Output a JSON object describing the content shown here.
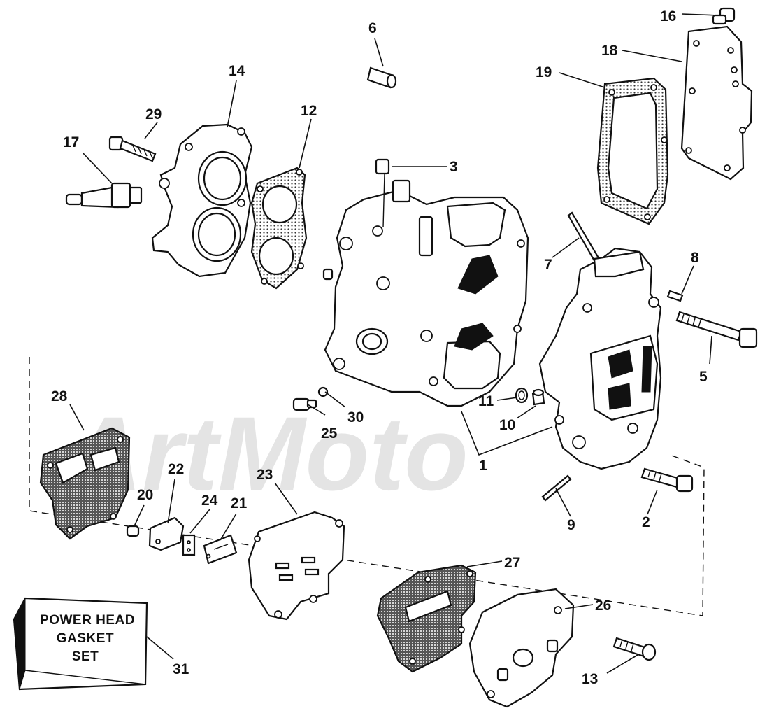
{
  "diagram": {
    "watermark": "ArtMoto",
    "kit_label_lines": [
      "POWER HEAD",
      "GASKET",
      "SET"
    ],
    "callouts": [
      "1",
      "2",
      "3",
      "5",
      "6",
      "7",
      "8",
      "9",
      "10",
      "11",
      "12",
      "13",
      "14",
      "16",
      "17",
      "18",
      "19",
      "20",
      "21",
      "22",
      "23",
      "24",
      "25",
      "26",
      "27",
      "28",
      "29",
      "30",
      "31"
    ]
  }
}
